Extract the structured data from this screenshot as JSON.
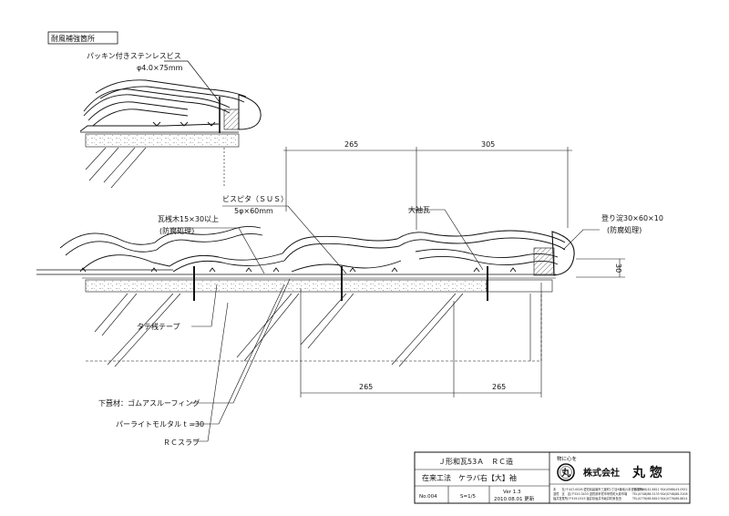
{
  "detail": {
    "title": "耐風補強箇所",
    "screw_label": "パッキン付きステンレスビス",
    "screw_size": "φ4.0×75mm"
  },
  "labels": {
    "bisupita": "ビスピタ（ＳＵＳ）",
    "bisupita_size": "5φ×60mm",
    "kawara_batten": "瓦桟木15×30以上",
    "kawara_batten_treat": "(防腐処理)",
    "oosode": "大袖瓦",
    "noborido": "登り淀30×60×10",
    "noborido_treat": "(防腐処理)",
    "tape": "タテ桟テープ",
    "underlay": "下葺材：ゴムアスルーフィング",
    "mortar": "パーライトモルタル t =30",
    "slab": "ＲＣスラブ"
  },
  "dimensions": {
    "top_left": "265",
    "top_right": "305",
    "bottom_left": "265",
    "bottom_right": "265",
    "height": "30"
  },
  "titleblock": {
    "product": "Ｊ形和瓦53Ａ　ＲＣ造",
    "method": "在来工法　ケラバ右【大】袖",
    "number": "No.004",
    "scale": "S=1/5",
    "version": "Ver 1.3",
    "date": "2010.08.01 更新",
    "slogan": "物に心を",
    "logo_char": "丸",
    "company_prefix": "株式会社",
    "company_name": "丸 惣",
    "addresses": [
      "本　　社/〒447-0026 愛知県碧南市三度町1丁目6番地2(本社営業所)",
      "滋賀　支　店/〒520-3433 滋賀県甲賀市甲賀町大原市場",
      "福井営業所/〒919-0515 福井県坂井市坂井町東長田"
    ],
    "phones": [
      "TEL(0566)42-8811 FAX(0566)43-0552",
      "TEL(0748)88-3133 FAX(0748)88-3108",
      "TEL(0776)66-8810 FAX(0776)66-8814"
    ]
  }
}
